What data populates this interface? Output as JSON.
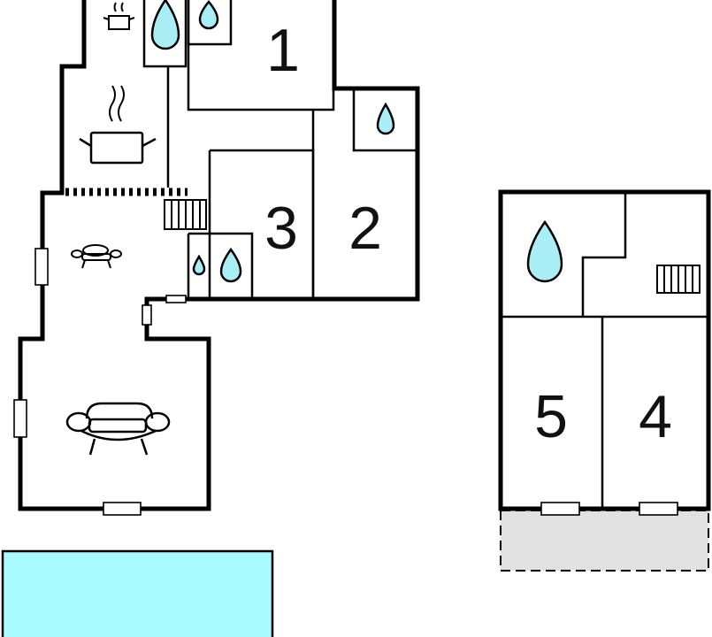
{
  "rooms": {
    "r1": "1",
    "r2": "2",
    "r3": "3",
    "r4": "4",
    "r5": "5"
  },
  "colors": {
    "walls": "#000000",
    "water": "#a9eef4",
    "pool": "#a9fbff",
    "terrace": "#e1e1e1",
    "background": "#ffffff"
  },
  "icons": [
    "cooking-pot-icon",
    "water-drop-icon",
    "sofa-icon",
    "armchair-icon",
    "stairs-icon",
    "window-icon"
  ]
}
